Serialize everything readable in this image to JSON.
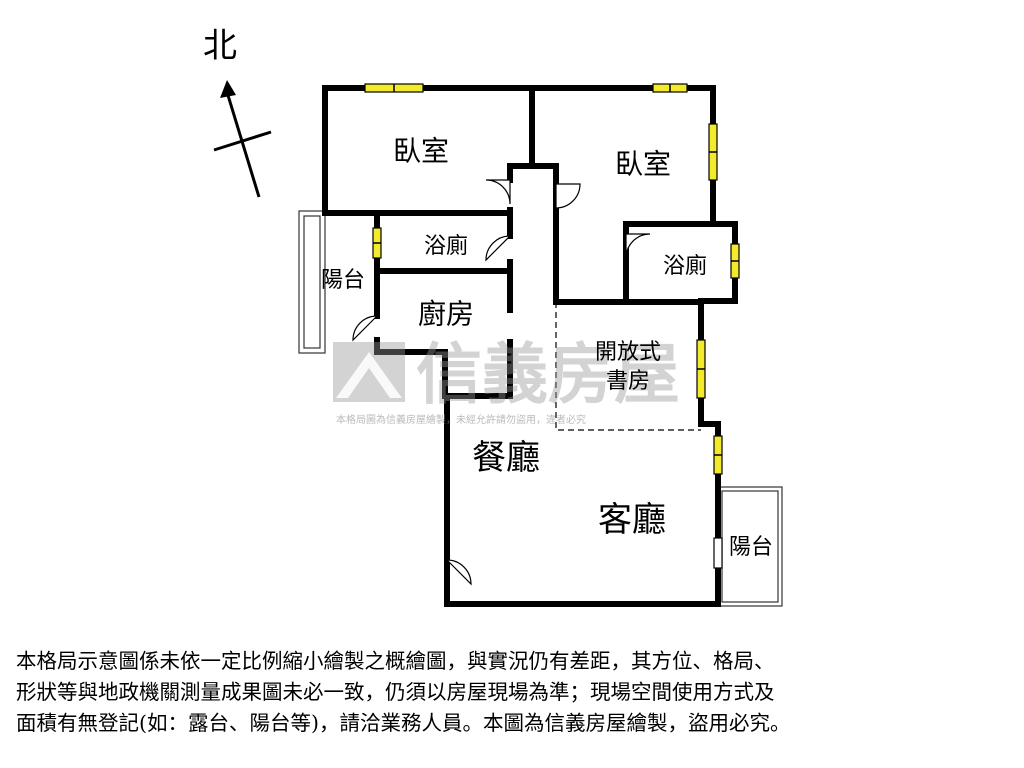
{
  "compass": {
    "label": "北"
  },
  "rooms": {
    "bedroom_left": "臥室",
    "bedroom_right": "臥室",
    "bathroom_left": "浴廁",
    "bathroom_right": "浴廁",
    "balcony_left": "陽台",
    "kitchen": "廚房",
    "study_line1": "開放式",
    "study_line2": "書房",
    "dining": "餐廳",
    "living": "客廳",
    "balcony_right": "陽台"
  },
  "watermark": {
    "brand": "信義房屋",
    "notice": "本格局圖為信義房屋繪製，未經允許請勿盜用，違者必究"
  },
  "disclaimer": {
    "lines": [
      "本格局示意圖係未依一定比例縮小繪製之概繪圖，與實況仍有差距，其方位、格局、",
      "形狀等與地政機關測量成果圖未必一致，仍須以房屋現場為準；現場空間使用方式及",
      "面積有無登記(如：露台、陽台等)，請洽業務人員。本圖為信義房屋繪製，盜用必究。"
    ]
  },
  "colors": {
    "window": "#f2ea2a",
    "wall": "#000000",
    "watermark": "#969696"
  }
}
